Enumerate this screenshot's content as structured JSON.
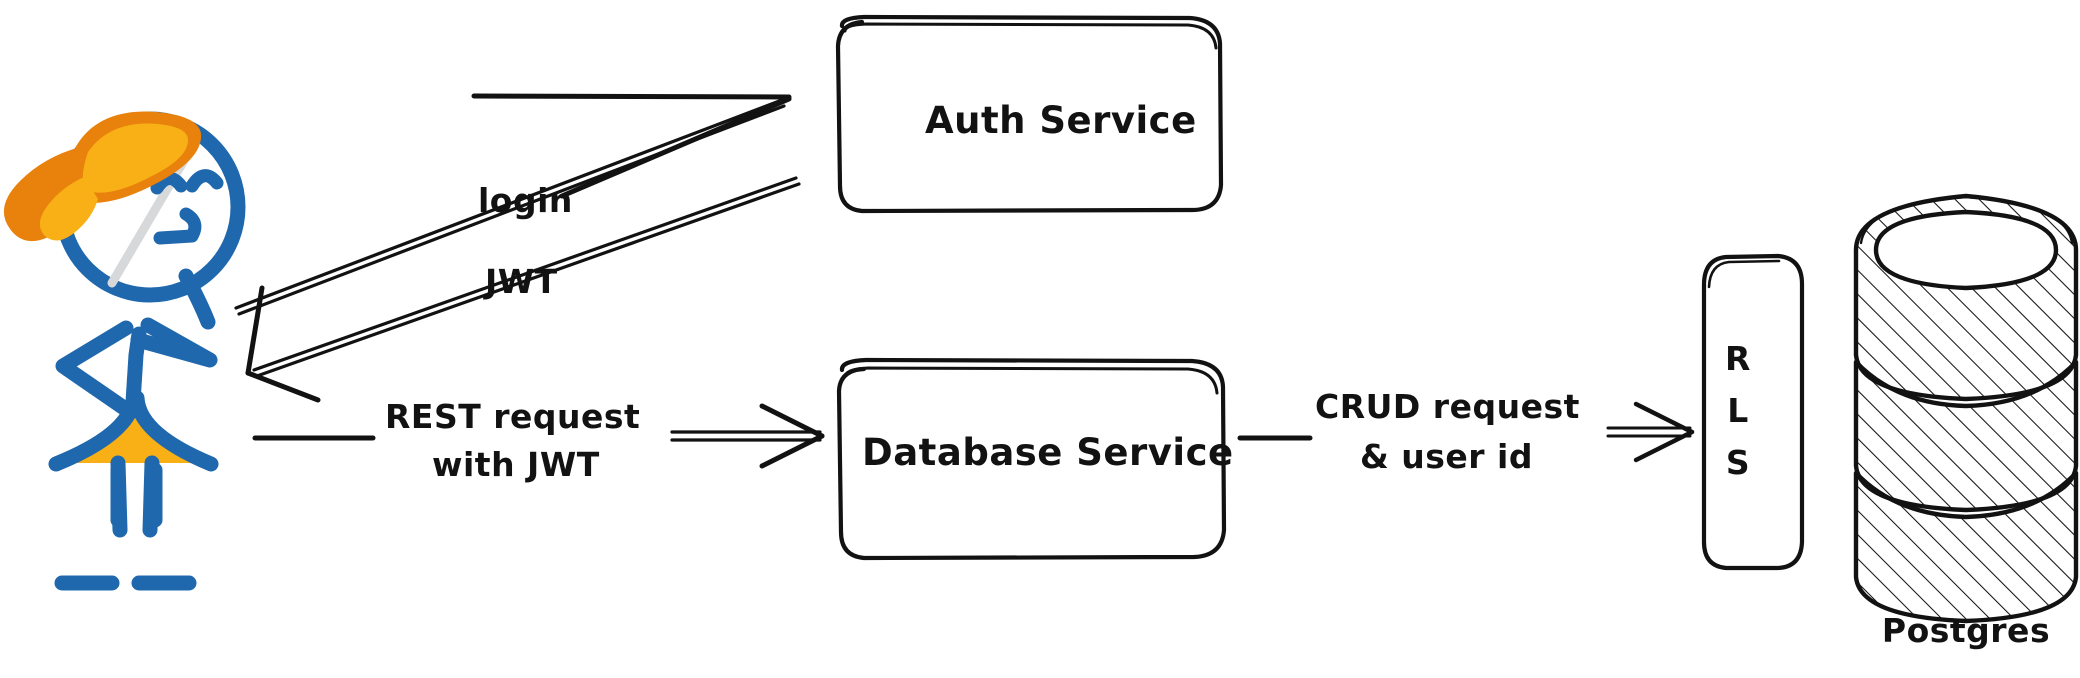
{
  "diagram": {
    "title": "Auth and database request flow",
    "background_color": "#ffffff",
    "ink_color": "#121212",
    "accent_blue": "#1f68ad",
    "accent_orange": "#e8820c",
    "accent_yellow": "#f9b016",
    "actor": {
      "name": "user-stick-figure",
      "description": "stick figure person with orange bow hat and dress"
    },
    "nodes": [
      {
        "id": "auth-service",
        "label": "Auth Service",
        "shape": "rounded-rectangle"
      },
      {
        "id": "database-service",
        "label": "Database Service",
        "shape": "rounded-rectangle"
      },
      {
        "id": "rls",
        "label": "RLS",
        "letters": [
          "R",
          "L",
          "S"
        ],
        "shape": "rounded-rectangle-vertical"
      },
      {
        "id": "postgres",
        "label": "Postgres",
        "shape": "database-cylinder"
      }
    ],
    "edges": [
      {
        "id": "login",
        "label": "login",
        "from": "user",
        "to": "auth-service",
        "direction": "right-up"
      },
      {
        "id": "jwt",
        "label": "JWT",
        "from": "auth-service",
        "to": "user",
        "direction": "left-down"
      },
      {
        "id": "rest-request",
        "label_line1": "REST request",
        "label_line2": "with JWT",
        "from": "user",
        "to": "database-service",
        "direction": "right"
      },
      {
        "id": "crud-request",
        "label_line1": "CRUD request",
        "label_line2": "& user id",
        "from": "database-service",
        "to": "rls",
        "direction": "right"
      }
    ]
  }
}
